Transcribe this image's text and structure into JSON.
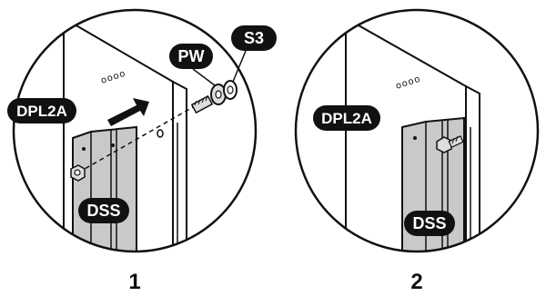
{
  "steps": [
    {
      "number": "1",
      "dots": "oooo",
      "labels": {
        "panel": "DPL2A",
        "stand": "DSS",
        "washer": "PW",
        "screw": "S3"
      }
    },
    {
      "number": "2",
      "dots": "oooo",
      "labels": {
        "panel": "DPL2A",
        "stand": "DSS"
      }
    }
  ],
  "colors": {
    "ink": "#111111",
    "stand_fill": "#c9c9c9",
    "label_bg": "#111111",
    "label_text": "#ffffff"
  }
}
